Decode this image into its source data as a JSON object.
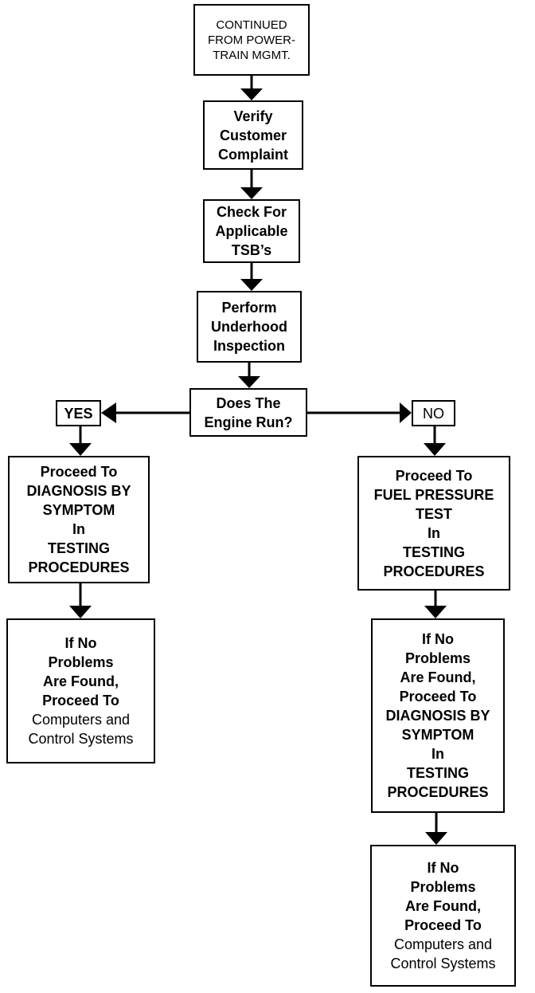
{
  "flowchart": {
    "start": {
      "lines": [
        "CONTINUED",
        "FROM POWER-",
        "TRAIN MGMT."
      ]
    },
    "verify": {
      "lines": [
        "Verify",
        "Customer",
        "Complaint"
      ]
    },
    "check_tsb": {
      "lines": [
        "Check For",
        "Applicable",
        "TSB’s"
      ]
    },
    "inspection": {
      "lines": [
        "Perform",
        "Underhood",
        "Inspection"
      ]
    },
    "decision": {
      "lines": [
        "Does The",
        "Engine Run?"
      ]
    },
    "yes_label": "YES",
    "no_label": "NO",
    "yes_proceed": {
      "lines": [
        "Proceed To",
        "DIAGNOSIS BY",
        "SYMPTOM",
        "In",
        "TESTING",
        "PROCEDURES"
      ]
    },
    "yes_if_no": {
      "lines": [
        "If No",
        "Problems",
        "Are Found,",
        "Proceed To",
        "Computers and",
        "Control Systems"
      ]
    },
    "no_proceed": {
      "lines": [
        "Proceed To",
        "FUEL PRESSURE",
        "TEST",
        "In",
        "TESTING",
        "PROCEDURES"
      ]
    },
    "no_if_no": {
      "lines": [
        "If No",
        "Problems",
        "Are Found,",
        "Proceed To",
        "DIAGNOSIS BY",
        "SYMPTOM",
        "In",
        "TESTING",
        "PROCEDURES"
      ]
    },
    "no_final": {
      "lines": [
        "If No",
        "Problems",
        "Are Found,",
        "Proceed To",
        "Computers and",
        "Control Systems"
      ]
    }
  }
}
